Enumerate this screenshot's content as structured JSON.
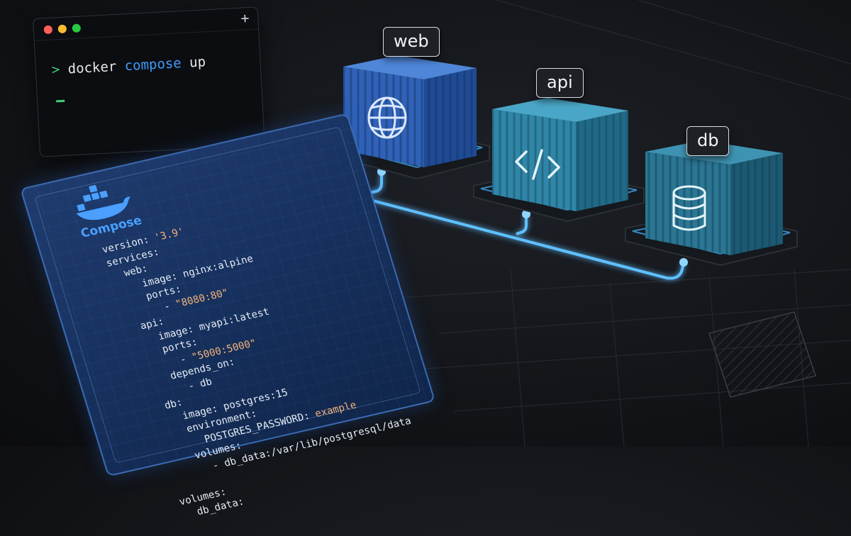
{
  "terminal": {
    "prompt_symbol": ">",
    "command_part1": "docker",
    "command_keyword": "compose",
    "command_part2": "up",
    "new_tab_glyph": "+",
    "dot_colors": [
      "#ff5f57",
      "#febc2e",
      "#28c840"
    ]
  },
  "compose_file": {
    "brand": "Compose",
    "lines": [
      {
        "indent": 0,
        "text": "version: ",
        "str": "'3.9'"
      },
      {
        "indent": 0,
        "text": "services:",
        "str": ""
      },
      {
        "indent": 1,
        "text": "web:",
        "str": ""
      },
      {
        "indent": 2,
        "text": "image: nginx:alpine",
        "str": ""
      },
      {
        "indent": 2,
        "text": "ports:",
        "str": ""
      },
      {
        "indent": 3,
        "text": "- ",
        "str": "\"8080:80\""
      },
      {
        "indent": 1,
        "text": "api:",
        "str": ""
      },
      {
        "indent": 2,
        "text": "image: myapi:latest",
        "str": ""
      },
      {
        "indent": 2,
        "text": "ports:",
        "str": ""
      },
      {
        "indent": 3,
        "text": "- ",
        "str": "\"5000:5000\""
      },
      {
        "indent": 2,
        "text": "depends_on:",
        "str": ""
      },
      {
        "indent": 3,
        "text": "- db",
        "str": ""
      },
      {
        "indent": 1,
        "text": "db:",
        "str": ""
      },
      {
        "indent": 2,
        "text": "image: postgres:15",
        "str": ""
      },
      {
        "indent": 2,
        "text": "environment:",
        "str": ""
      },
      {
        "indent": 3,
        "text": "POSTGRES_PASSWORD: ",
        "str": "example"
      },
      {
        "indent": 2,
        "text": "volumes:",
        "str": ""
      },
      {
        "indent": 3,
        "text": "- db_data:/var/lib/postgresql/data",
        "str": ""
      },
      {
        "indent": 0,
        "text": "",
        "str": ""
      },
      {
        "indent": 0,
        "text": "volumes:",
        "str": ""
      },
      {
        "indent": 1,
        "text": "db_data:",
        "str": ""
      }
    ]
  },
  "containers": [
    {
      "label": "web",
      "icon": "globe-icon",
      "color": "#2f62b8"
    },
    {
      "label": "api",
      "icon": "code-icon",
      "color": "#2f86a8"
    },
    {
      "label": "db",
      "icon": "database-icon",
      "color": "#2a7694"
    }
  ],
  "colors": {
    "connector": "#5fc0ff",
    "compose_brand": "#4a9fff",
    "string_literal": "#f3b37a",
    "prompt": "#3fd07a"
  }
}
